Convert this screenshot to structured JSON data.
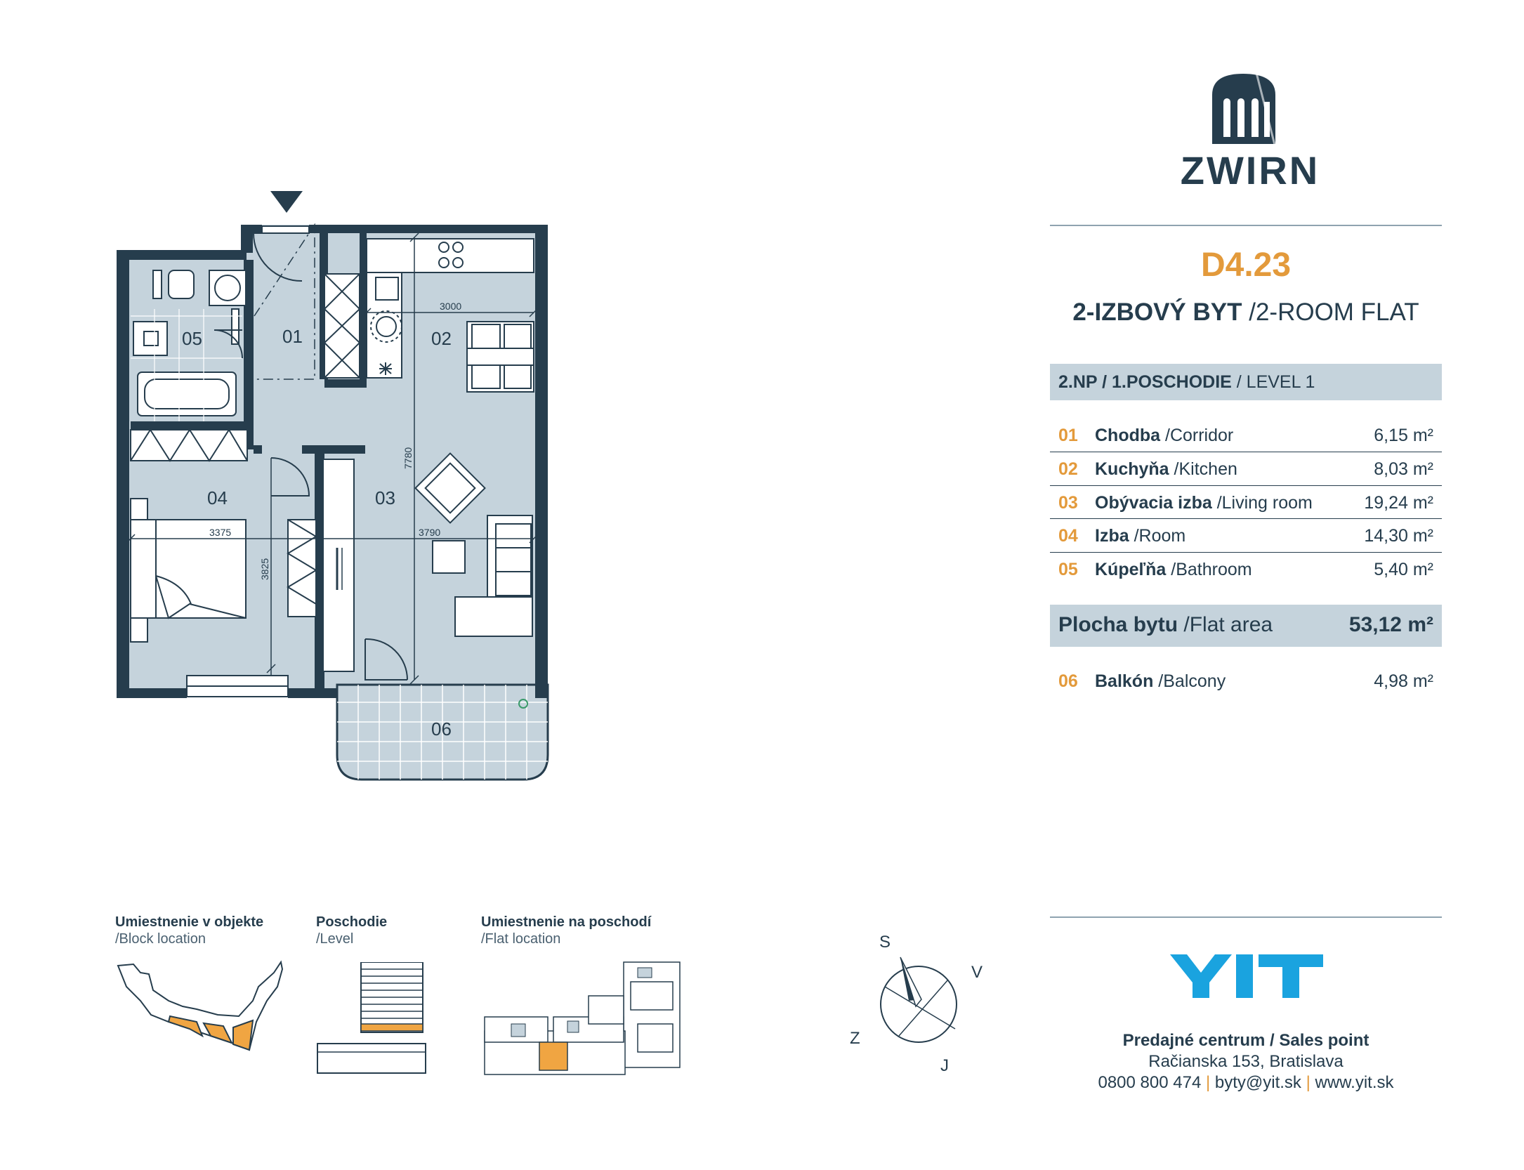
{
  "brand": {
    "name": "ZWIRN",
    "accent": "#e39a3b",
    "dark": "#263d4d",
    "floor_fill": "#c5d3dc"
  },
  "flat": {
    "code": "D4.23",
    "type_sk": "2-IZBOVÝ BYT",
    "type_en": "/2-ROOM FLAT",
    "level_sk": "2.NP / 1.POSCHODIE",
    "level_en": " / LEVEL 1"
  },
  "rooms": [
    {
      "num": "01",
      "name_sk": "Chodba",
      "name_en": " /Corridor",
      "area": "6,15 m²"
    },
    {
      "num": "02",
      "name_sk": "Kuchyňa",
      "name_en": " /Kitchen",
      "area": "8,03 m²"
    },
    {
      "num": "03",
      "name_sk": "Obývacia izba",
      "name_en": " /Living room",
      "area": "19,24 m²"
    },
    {
      "num": "04",
      "name_sk": "Izba",
      "name_en": " /Room",
      "area": "14,30 m²"
    },
    {
      "num": "05",
      "name_sk": "Kúpeľňa",
      "name_en": " /Bathroom",
      "area": "5,40 m²"
    }
  ],
  "total": {
    "label_sk": "Plocha bytu",
    "label_en": " /Flat area",
    "value": "53,12 m²"
  },
  "balcony": {
    "num": "06",
    "name_sk": "Balkón",
    "name_en": " /Balcony",
    "area": "4,98 m²"
  },
  "plan": {
    "labels": [
      "05",
      "01",
      "02",
      "04",
      "03",
      "06"
    ],
    "dims": [
      "3000",
      "7780",
      "3375",
      "3825",
      "3790"
    ]
  },
  "bottom": {
    "block_title": "Umiestnenie v objekte",
    "block_sub": "/Block location",
    "level_title": "Poschodie",
    "level_sub": "/Level",
    "flatloc_title": "Umiestnenie na poschodí",
    "flatloc_sub": "/Flat location"
  },
  "compass": {
    "n": "S",
    "e": "V",
    "w": "Z",
    "s": "J"
  },
  "sales": {
    "logo": "YIT",
    "title": "Predajné centrum / Sales point",
    "address": "Račianska 153, Bratislava",
    "phone": "0800 800 474",
    "email": "byty@yit.sk",
    "web": "www.yit.sk",
    "sep": "|"
  }
}
